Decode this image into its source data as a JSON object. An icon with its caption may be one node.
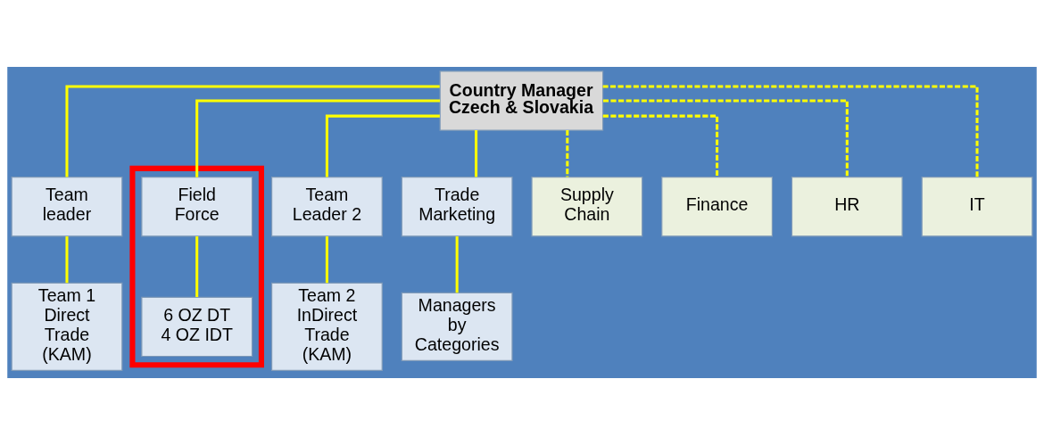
{
  "diagram": {
    "nodes": [
      {
        "text": [
          "Country Manager Czech & Slovakia"
        ]
      },
      {
        "text": [
          "Team leader"
        ]
      },
      {
        "text": [
          "Team Leader 2"
        ]
      },
      {
        "text": [],
        "shape": "box"
      },
      {
        "text": [
          "Field Force"
        ],
        "in": 3
      },
      {
        "text": [
          "Trade Marketing"
        ]
      },
      {
        "text": [
          "Supply Chain"
        ]
      },
      {
        "text": [
          "Finance"
        ]
      },
      {
        "text": [
          "HR"
        ]
      },
      {
        "text": [
          "IT"
        ]
      },
      {
        "text": [
          "Team 1 Direct Trade (KAM)"
        ]
      },
      {
        "text": [
          "Team 2 InDirect Trade (KAM)"
        ]
      },
      {
        "text": [
          "6 OZ DT 4 OZ IDT"
        ],
        "in": 3
      },
      {
        "text": [
          "Managers by Categories"
        ]
      }
    ],
    "edges": [
      {
        "from": 0,
        "to": 1,
        "arrow": "none"
      },
      {
        "from": 0,
        "to": 2,
        "arrow": "none"
      },
      {
        "from": 0,
        "to": 4,
        "arrow": "none"
      },
      {
        "from": 0,
        "to": 5,
        "arrow": "none"
      },
      {
        "from": 0,
        "to": 6,
        "arrow": "none",
        "style": "dashed"
      },
      {
        "from": 0,
        "to": 7,
        "arrow": "none",
        "style": "dashed"
      },
      {
        "from": 0,
        "to": 8,
        "arrow": "none",
        "style": "dashed"
      },
      {
        "from": 0,
        "to": 9,
        "arrow": "none",
        "style": "dashed"
      },
      {
        "from": 1,
        "to": 10,
        "arrow": "none"
      },
      {
        "from": 2,
        "to": 11,
        "arrow": "none"
      },
      {
        "from": 4,
        "to": 12,
        "arrow": "none"
      },
      {
        "from": 5,
        "to": 13,
        "arrow": "none"
      }
    ]
  }
}
